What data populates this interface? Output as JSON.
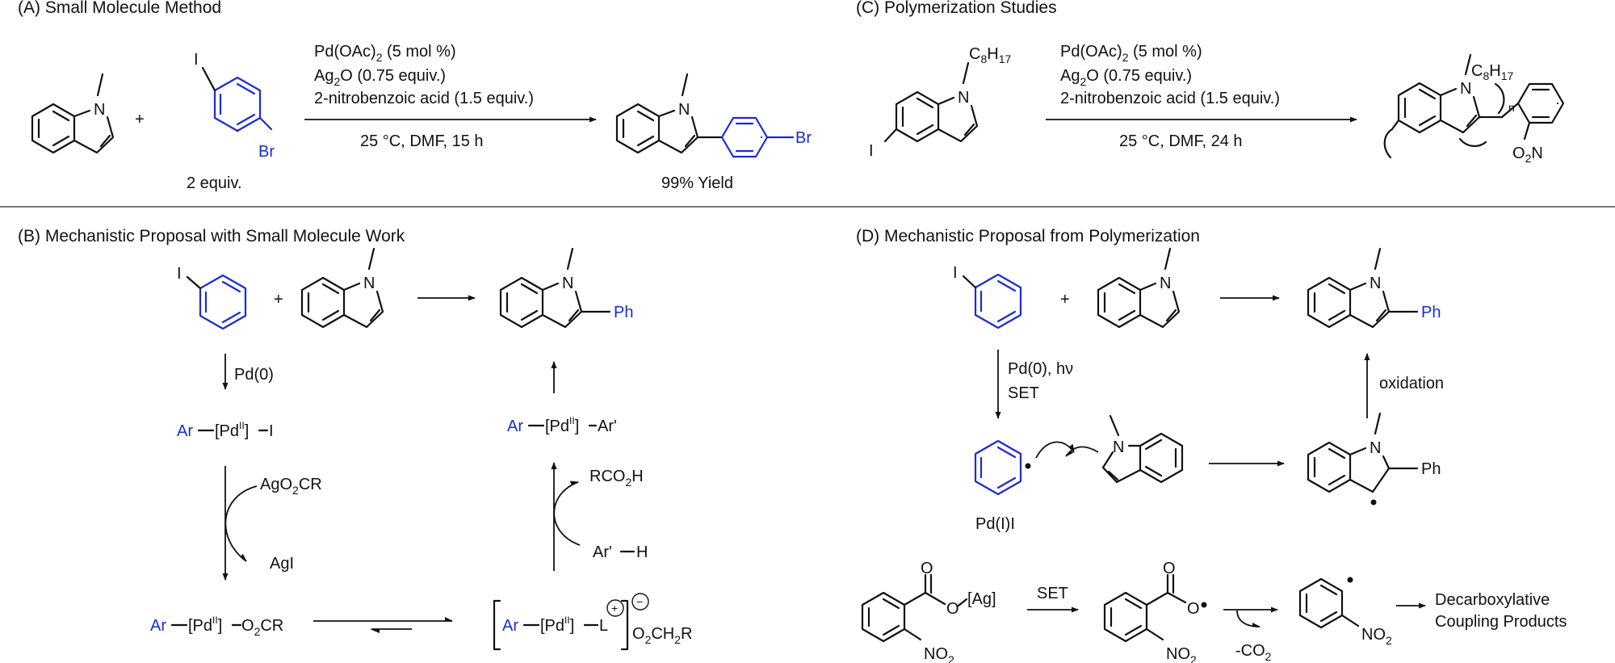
{
  "headers": {
    "A": "(A) Small Molecule Method",
    "B": "(B) Mechanistic Proposal with Small Molecule Work",
    "C": "(C) Polymerization Studies",
    "D": "(D) Mechanistic Proposal from Polymerization"
  },
  "panel_A": {
    "cond1_a": "Pd(OAc)",
    "cond1_sub": "2",
    "cond1_b": " (5 mol %)",
    "cond2_a": "Ag",
    "cond2_sub": "2",
    "cond2_b": "O (0.75 equiv.)",
    "cond3": "2-nitrobenzoic acid (1.5 equiv.)",
    "cond4": "25 °C, DMF,  15 h",
    "plus": "+",
    "equiv": "2 equiv.",
    "yield": "99% Yield",
    "atom_N": "N",
    "atom_I": "I",
    "atom_Br": "Br"
  },
  "panel_C": {
    "cond1_a": "Pd(OAc)",
    "cond1_sub": "2",
    "cond1_b": " (5 mol %)",
    "cond2_a": "Ag",
    "cond2_sub": "2",
    "cond2_b": "O (0.75 equiv.)",
    "cond3": "2-nitrobenzoic acid (1.5 equiv.)",
    "cond4": "25 °C, DMF,  24 h",
    "alkyl_C": "C",
    "alkyl_sub1": "8",
    "alkyl_H": "H",
    "alkyl_sub2": "17",
    "atom_N": "N",
    "atom_I": "I",
    "repeat_n": "n",
    "nitro_O": "O",
    "nitro_sub": "2",
    "nitro_N": "N"
  },
  "panel_B": {
    "atom_I": "I",
    "plus": "+",
    "atom_N": "N",
    "ph": "Ph",
    "pd0": "Pd(0)",
    "ar": "Ar",
    "pd_a": "[Pd",
    "pd_ox": "II",
    "pd_b": "]",
    "tail_I": "I",
    "ago2cr_a": "AgO",
    "ago2cr_sub": "2",
    "ago2cr_b": "CR",
    "agi": "AgI",
    "tail_o2cr_a": "O",
    "tail_o2cr_sub": "2",
    "tail_o2cr_b": "CR",
    "tail_L": "L",
    "plus_charge": "+",
    "minus_charge": "−",
    "anion_a": "O",
    "anion_sub1": "2",
    "anion_b": "CH",
    "anion_sub2": "2",
    "anion_c": "R",
    "rco2h_a": "RCO",
    "rco2h_sub": "2",
    "rco2h_b": "H",
    "arh": "Ar'",
    "arh_H": "H",
    "tail_ar": "Ar'"
  },
  "panel_D": {
    "atom_I": "I",
    "plus": "+",
    "atom_N": "N",
    "ph": "Ph",
    "cond_a": "Pd(0), hν",
    "cond_b": "SET",
    "pdi": "Pd(I)I",
    "oxidation": "oxidation",
    "ag": "[Ag]",
    "atom_O": "O",
    "set2": "SET",
    "no2_a": "NO",
    "no2_sub": "2",
    "co2_a": "-CO",
    "co2_sub": "2",
    "product1": "Decarboxylative",
    "product2": "Coupling Products"
  },
  "colors": {
    "ink": "#111111",
    "aryl_blue": "#1a2bd6"
  },
  "icons": [
    "reaction-arrow",
    "curved-arrow",
    "equilibrium-arrows",
    "radical-dot"
  ]
}
